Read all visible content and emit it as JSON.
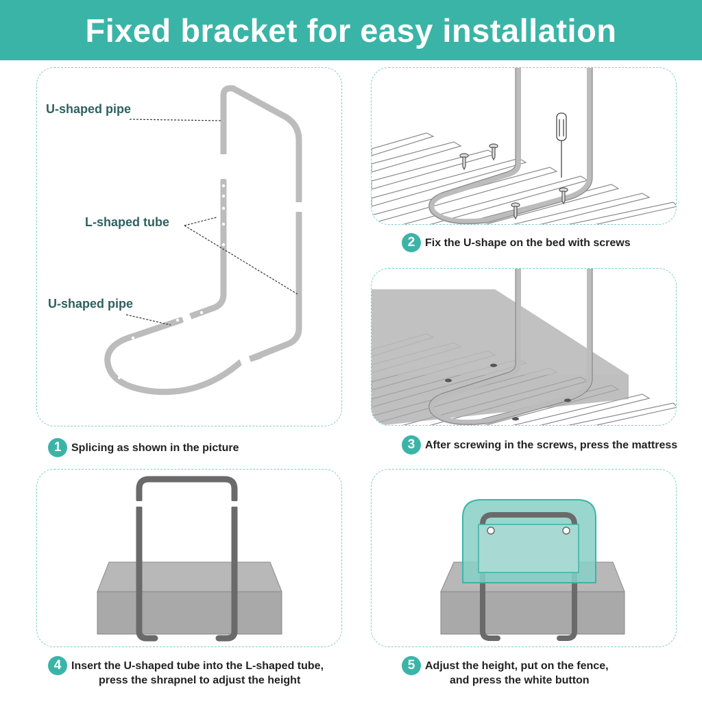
{
  "header": {
    "title": "Fixed bracket for easy installation"
  },
  "colors": {
    "accent": "#3bb4a8",
    "pipe": "#bcbcbc",
    "dark_pipe": "#6a6a6a",
    "mattress": "#a9a9a9",
    "fence": "#86cfc5"
  },
  "panel1": {
    "labels": {
      "u_top": "U-shaped pipe",
      "l_tube": "L-shaped tube",
      "u_bottom": "U-shaped pipe"
    }
  },
  "steps": [
    {
      "number": "1",
      "lines": [
        "Splicing as shown in the picture"
      ]
    },
    {
      "number": "2",
      "lines": [
        "Fix the U-shape on the bed with screws"
      ]
    },
    {
      "number": "3",
      "lines": [
        "After screwing in the screws, press the mattress"
      ]
    },
    {
      "number": "4",
      "lines": [
        "Insert the U-shaped tube into the L-shaped tube,",
        "press the shrapnel to adjust the height"
      ]
    },
    {
      "number": "5",
      "lines": [
        "Adjust the height, put on the fence,",
        "and press the white button"
      ]
    }
  ]
}
